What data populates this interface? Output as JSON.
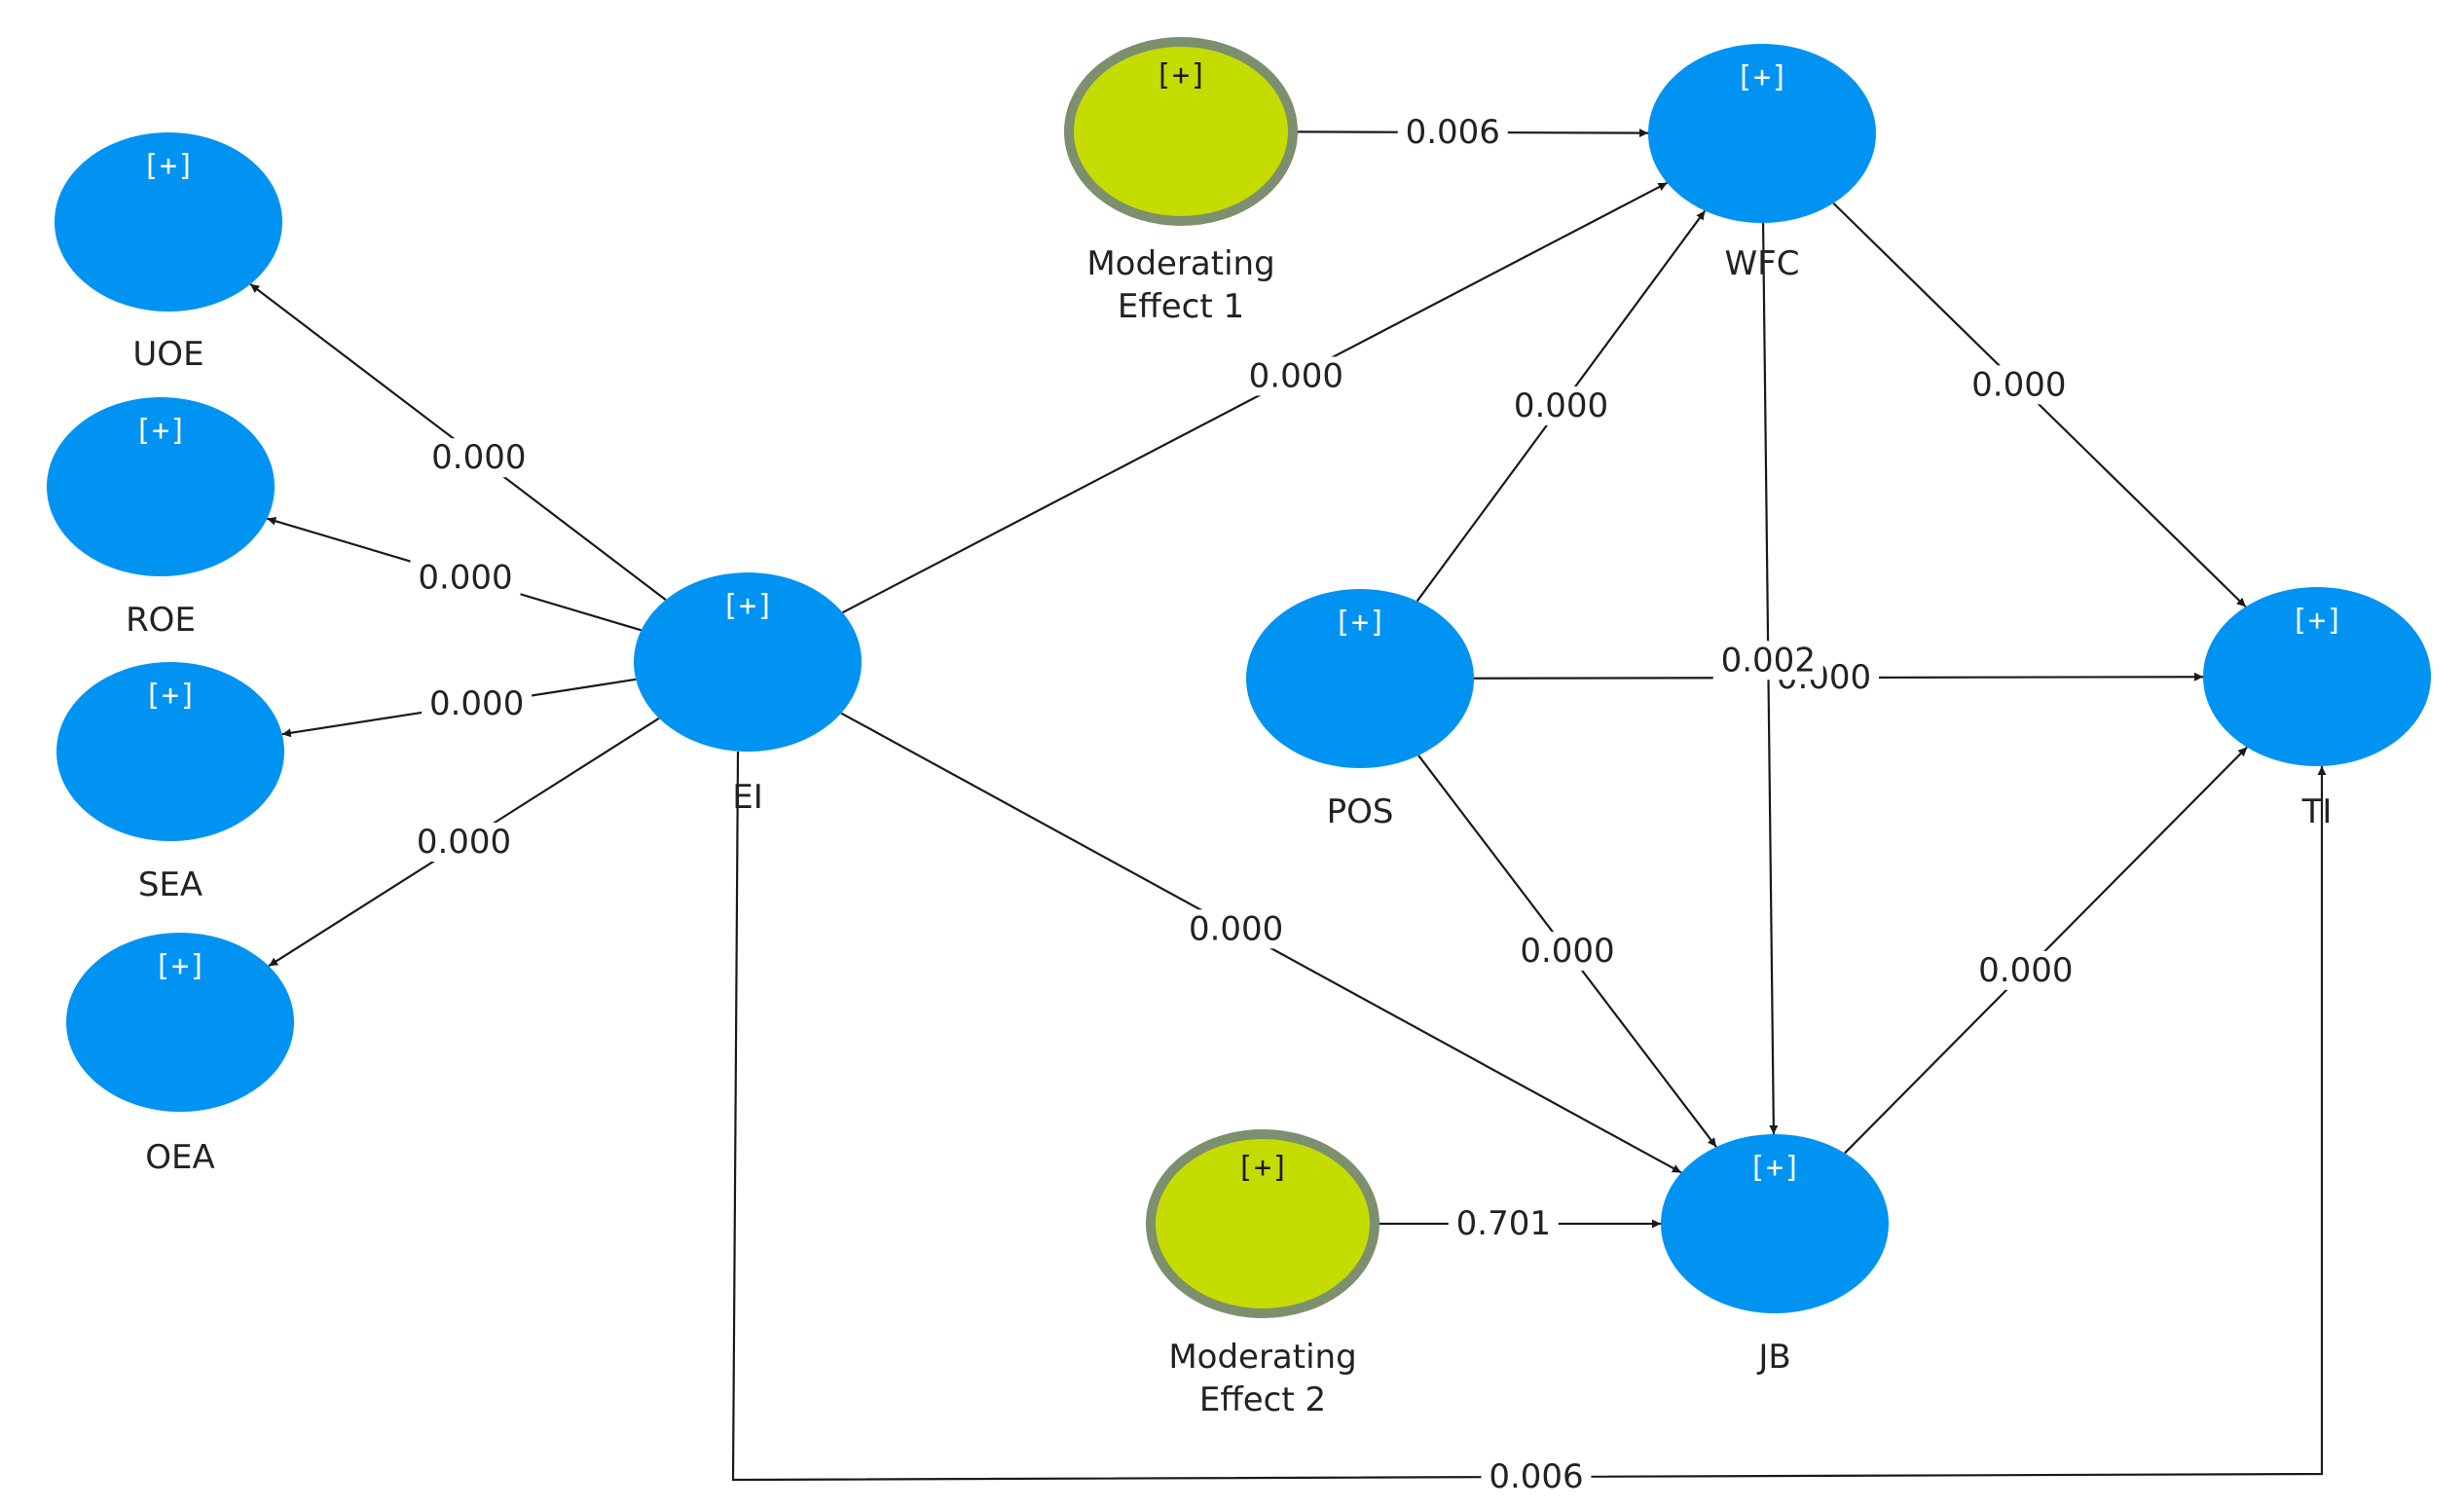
{
  "colors": {
    "latent": "#0093f2",
    "moderator_fill": "#c5dc00",
    "moderator_ring": "#7c8f6e",
    "edge": "#1a1a1a",
    "expand_on_latent": "#ffffff",
    "expand_on_moderator": "#1a1a1a"
  },
  "expand_marker": "[+]",
  "nodes": [
    {
      "id": "UOE",
      "label": [
        "UOE"
      ],
      "kind": "latent"
    },
    {
      "id": "ROE",
      "label": [
        "ROE"
      ],
      "kind": "latent"
    },
    {
      "id": "SEA",
      "label": [
        "SEA"
      ],
      "kind": "latent"
    },
    {
      "id": "OEA",
      "label": [
        "OEA"
      ],
      "kind": "latent"
    },
    {
      "id": "EI",
      "label": [
        "EI"
      ],
      "kind": "latent"
    },
    {
      "id": "ME1",
      "label": [
        "Moderating",
        "Effect 1"
      ],
      "kind": "moderator"
    },
    {
      "id": "WFC",
      "label": [
        "WFC"
      ],
      "kind": "latent"
    },
    {
      "id": "POS",
      "label": [
        "POS"
      ],
      "kind": "latent"
    },
    {
      "id": "TI",
      "label": [
        "TI"
      ],
      "kind": "latent"
    },
    {
      "id": "ME2",
      "label": [
        "Moderating",
        "Effect 2"
      ],
      "kind": "moderator"
    },
    {
      "id": "JB",
      "label": [
        "JB"
      ],
      "kind": "latent"
    }
  ],
  "edges": [
    {
      "from": "EI",
      "to": "UOE",
      "value": "0.000"
    },
    {
      "from": "EI",
      "to": "ROE",
      "value": "0.000"
    },
    {
      "from": "EI",
      "to": "SEA",
      "value": "0.000"
    },
    {
      "from": "EI",
      "to": "OEA",
      "value": "0.000"
    },
    {
      "from": "EI",
      "to": "WFC",
      "value": "0.000"
    },
    {
      "from": "EI",
      "to": "JB",
      "value": "0.000"
    },
    {
      "from": "EI",
      "to": "TI",
      "value": "0.006"
    },
    {
      "from": "ME1",
      "to": "WFC",
      "value": "0.006"
    },
    {
      "from": "POS",
      "to": "WFC",
      "value": "0.000"
    },
    {
      "from": "POS",
      "to": "TI",
      "value": "0.000"
    },
    {
      "from": "POS",
      "to": "JB",
      "value": "0.000"
    },
    {
      "from": "WFC",
      "to": "TI",
      "value": "0.000"
    },
    {
      "from": "WFC",
      "to": "JB",
      "value": "0.002"
    },
    {
      "from": "JB",
      "to": "TI",
      "value": "0.000"
    },
    {
      "from": "ME2",
      "to": "JB",
      "value": "0.701"
    }
  ]
}
